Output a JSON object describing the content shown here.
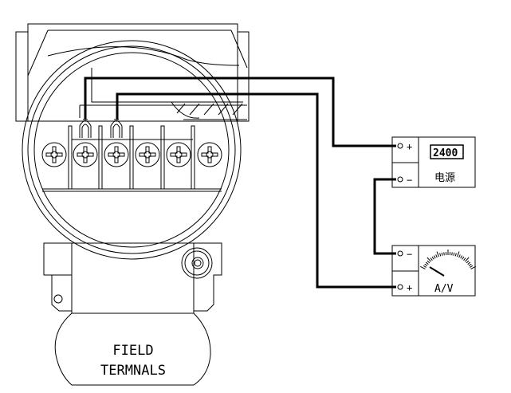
{
  "transmitter": {
    "label_line1": "FIELD",
    "label_line2": "TERMNALS",
    "terminal_count": 6
  },
  "power_supply": {
    "display_value": "2400",
    "label": "电源",
    "plus": "+",
    "minus": "−"
  },
  "meter": {
    "label": "A/V",
    "plus": "+",
    "minus": "−"
  },
  "colors": {
    "line": "#000000",
    "background": "#ffffff"
  }
}
